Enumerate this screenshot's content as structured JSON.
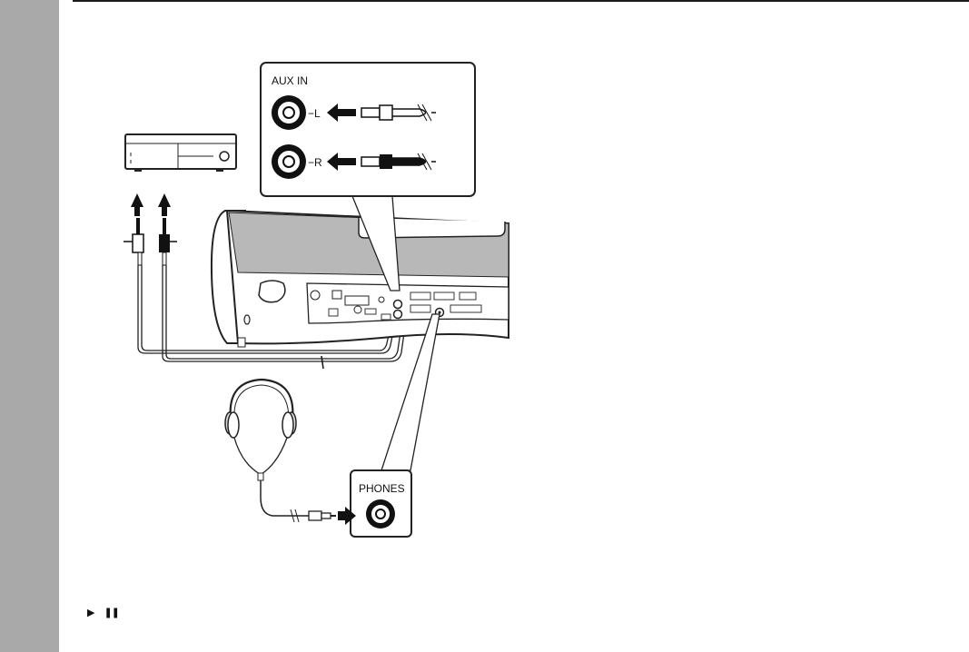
{
  "labels": {
    "aux_in": "AUX IN",
    "left_channel": "−L",
    "right_channel": "−R",
    "phones": "PHONES"
  },
  "footer": {
    "play_icon": "play-icon",
    "pause_icon": "pause-icon"
  },
  "colors": {
    "left_bar": "#a9a9a9",
    "line": "#1a1a1a"
  }
}
